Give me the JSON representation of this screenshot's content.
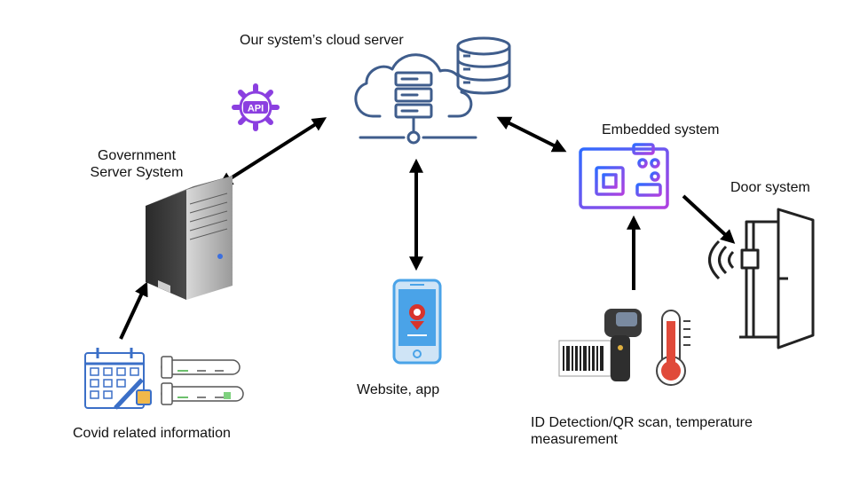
{
  "nodes": {
    "cloud": {
      "label": "Our system’s cloud server"
    },
    "government": {
      "label_line1": "Government",
      "label_line2": "Server System"
    },
    "embedded": {
      "label": "Embedded system"
    },
    "door": {
      "label": "Door system"
    },
    "web": {
      "label": "Website, app"
    },
    "covid": {
      "label": "Covid related information"
    },
    "id_scan": {
      "label_line1": "ID Detection/QR scan, temperature",
      "label_line2": "measurement"
    }
  },
  "badges": {
    "api": "API"
  },
  "colors": {
    "arrow": "#000000",
    "cloud_icon": "#3f5d8c",
    "embedded_gradient_start": "#2f6bff",
    "embedded_gradient_end": "#b040e0",
    "api_gear": "#8b3fe0",
    "phone": "#4aa3e8",
    "door": "#222222",
    "thermo_red": "#e04a3a"
  },
  "icons": [
    "cloud-server-icon",
    "database-icon",
    "api-gear-icon",
    "server-tower-icon",
    "embedded-board-icon",
    "door-icon",
    "phone-icon",
    "calendar-syringe-icon",
    "test-tube-icon",
    "barcode-scanner-icon",
    "thermometer-icon"
  ]
}
